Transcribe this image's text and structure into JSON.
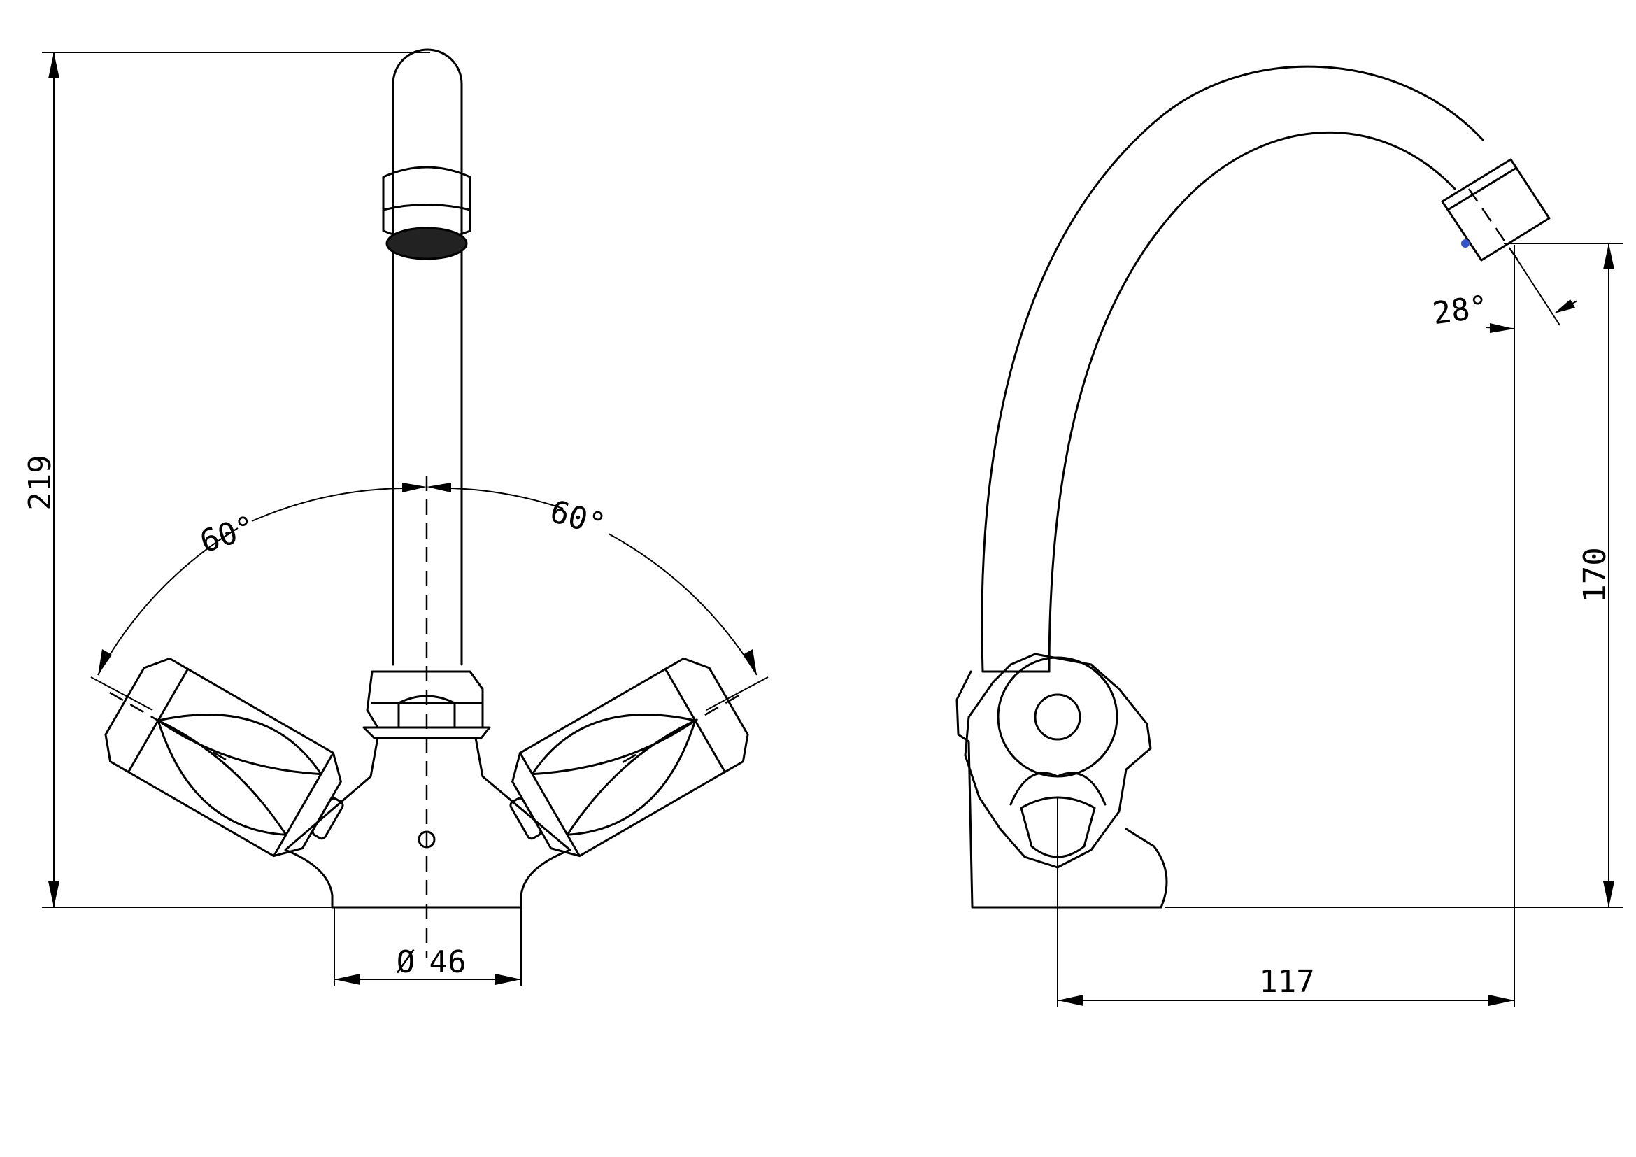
{
  "front_view": {
    "dim_height": "219",
    "angle_left": "60°",
    "angle_right": "60°",
    "dim_base_symbol": "Ø",
    "dim_base_value": "46"
  },
  "side_view": {
    "dim_spout_height": "170",
    "dim_spout_reach": "117",
    "dim_aerator_angle": "28°"
  },
  "colors": {
    "line": "#000000",
    "background": "#ffffff",
    "marker": "#3355cc"
  }
}
